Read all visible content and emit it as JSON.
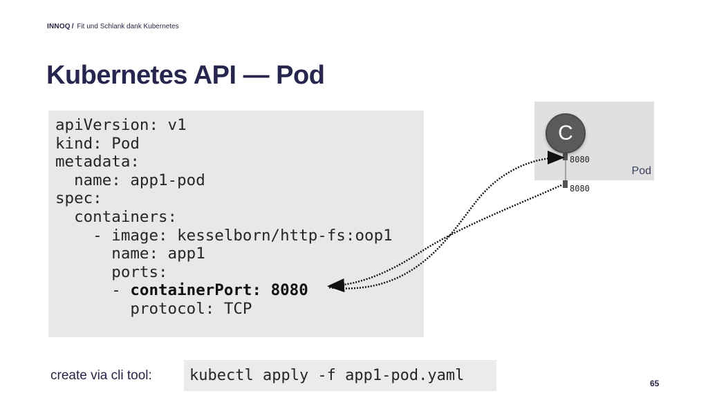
{
  "header": {
    "brand": "INNOQ",
    "separator": "/",
    "subtitle": "Fit und Schlank dank Kubernetes"
  },
  "title": "Kubernetes API — Pod",
  "code": {
    "lines": [
      "apiVersion: v1",
      "kind: Pod",
      "metadata:",
      "  name: app1-pod",
      "spec:",
      "  containers:",
      "    - image: kesselborn/http-fs:oop1",
      "      name: app1",
      "      ports:"
    ],
    "highlight_prefix": "      - ",
    "highlight_bold": "containerPort: 8080",
    "last_line": "        protocol: TCP"
  },
  "diagram": {
    "pod_label": "Pod",
    "container_letter": "C",
    "container_port": "8080",
    "pod_port": "8080"
  },
  "cli": {
    "label": "create via cli tool:",
    "command": "kubectl apply -f app1-pod.yaml"
  },
  "page_number": "65"
}
